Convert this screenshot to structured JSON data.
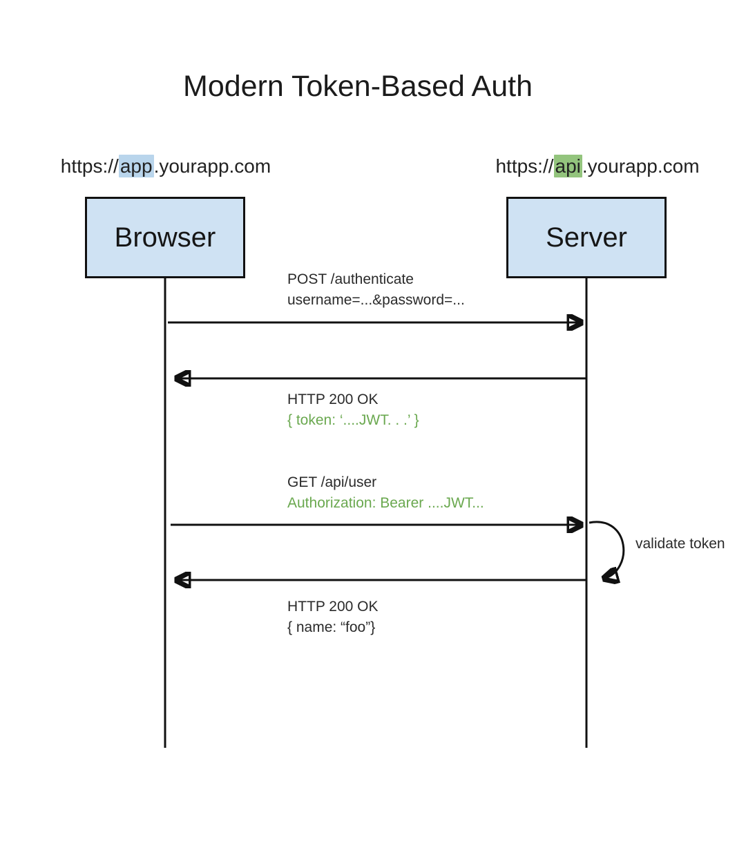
{
  "title": "Modern Token-Based Auth",
  "colors": {
    "actor_box_fill": "#cfe2f3",
    "actor_box_border": "#111111",
    "app_highlight": "#b9d5ec",
    "api_highlight": "#93c47d",
    "green_text": "#6aa84f",
    "line_color": "#111111"
  },
  "participants": [
    {
      "id": "browser",
      "label": "Browser",
      "url_prefix": "https://",
      "url_highlight": "app",
      "url_suffix": ".yourapp.com"
    },
    {
      "id": "server",
      "label": "Server",
      "url_prefix": "https://",
      "url_highlight": "api",
      "url_suffix": ".yourapp.com"
    }
  ],
  "messages": [
    {
      "from": "browser",
      "to": "server",
      "direction": "right",
      "lines": [
        {
          "text": "POST /authenticate",
          "color": "black"
        },
        {
          "text": "username=...&password=...",
          "color": "black"
        }
      ]
    },
    {
      "from": "server",
      "to": "browser",
      "direction": "left",
      "lines": [
        {
          "text": "HTTP 200 OK",
          "color": "black"
        },
        {
          "text": "{ token: ‘....JWT. . .’ }",
          "color": "green"
        }
      ]
    },
    {
      "from": "browser",
      "to": "server",
      "direction": "right",
      "lines": [
        {
          "text": "GET /api/user",
          "color": "black"
        },
        {
          "text": "Authorization: Bearer ....JWT...",
          "color": "green"
        }
      ]
    },
    {
      "from": "server",
      "to": "browser",
      "direction": "left",
      "lines": [
        {
          "text": "HTTP 200 OK",
          "color": "black"
        },
        {
          "text": "{ name: “foo”}",
          "color": "black"
        }
      ]
    }
  ],
  "self_loop_label": "validate token"
}
